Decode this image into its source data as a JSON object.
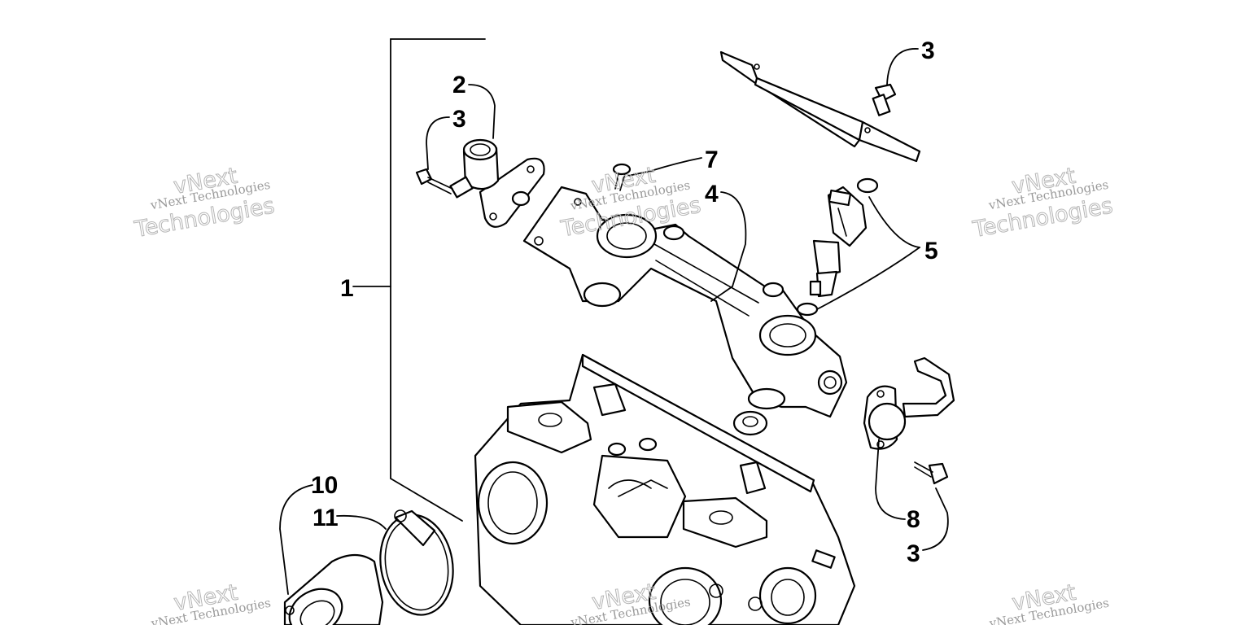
{
  "callouts": {
    "c1": "1",
    "c2": "2",
    "c3a": "3",
    "c3b": "3",
    "c3c": "3",
    "c4": "4",
    "c5": "5",
    "c7": "7",
    "c8": "8",
    "c10": "10",
    "c11": "11"
  },
  "watermark": {
    "line_small": "vNext Technologies",
    "line_big_1": "vNext",
    "line_big_2": "Technologies"
  }
}
